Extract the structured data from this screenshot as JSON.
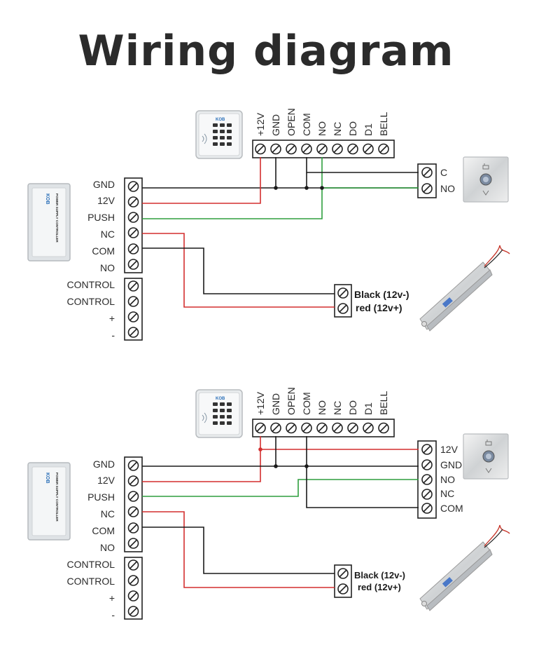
{
  "title": "Wiring diagram",
  "colors": {
    "wire_black": "#1a1a1a",
    "wire_red": "#d32f2f",
    "wire_green": "#2e9e3e",
    "text": "#2b2b2b"
  },
  "reader_terminals": [
    "+12V",
    "GND",
    "OPEN",
    "COM",
    "NO",
    "NC",
    "DO",
    "D1",
    "BELL"
  ],
  "psu_main_labels": [
    "GND",
    "12V",
    "PUSH",
    "NC",
    "COM",
    "NO"
  ],
  "psu_control_labels": [
    "CONTROL",
    "CONTROL",
    "+",
    "-"
  ],
  "psu_module": {
    "brand": "KOB",
    "text": "POWER SUPPLY CONTROLLER"
  },
  "reader_module": {
    "brand": "KOB"
  },
  "top": {
    "exit_button_labels": [
      "C",
      "NO"
    ],
    "lock_labels": [
      "Black (12v-)",
      "red (12v+)"
    ]
  },
  "bottom": {
    "exit_button_labels": [
      "12V",
      "GND",
      "NO",
      "NC",
      "COM"
    ],
    "lock_labels": [
      "Black (12v-)",
      "red (12v+)"
    ]
  }
}
